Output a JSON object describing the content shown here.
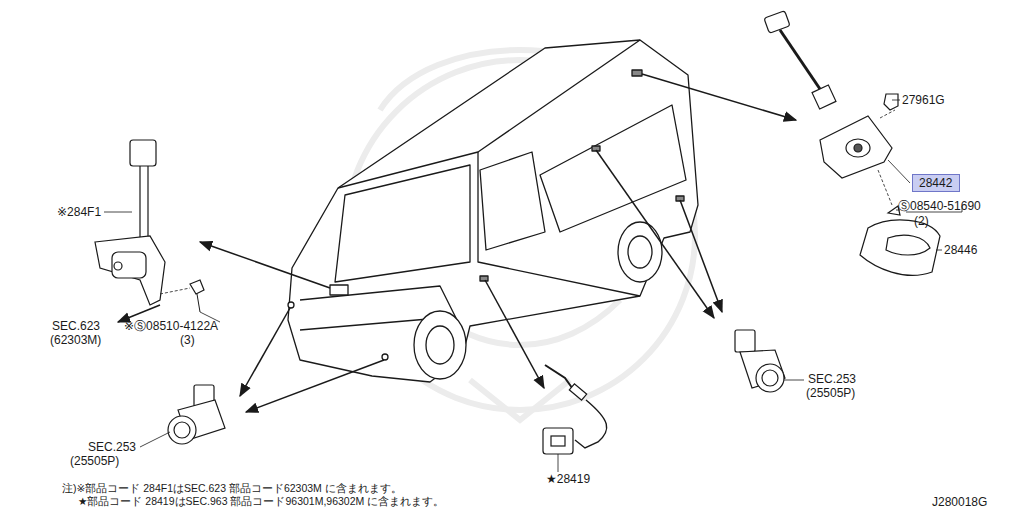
{
  "diagram": {
    "nodes": [
      {
        "text": [
          "28442"
        ]
      }
    ],
    "edges": [],
    "labels": [
      "※284F1",
      "27961G",
      "Ⓢ08540-51690",
      "(2)",
      "28446",
      "SEC.623",
      "(62303M)",
      "※Ⓢ08510-4122A",
      "(3)",
      "SEC.253",
      "(25505P)",
      "SEC.253",
      "(25505P)",
      "★28419",
      "注)※部品コード 284F1はSEC.623 部品コード62303M に含まれます。",
      "★部品コード 28419はSEC.963 部品コード96301M,96302M に含まれます。",
      "J280018G"
    ]
  }
}
